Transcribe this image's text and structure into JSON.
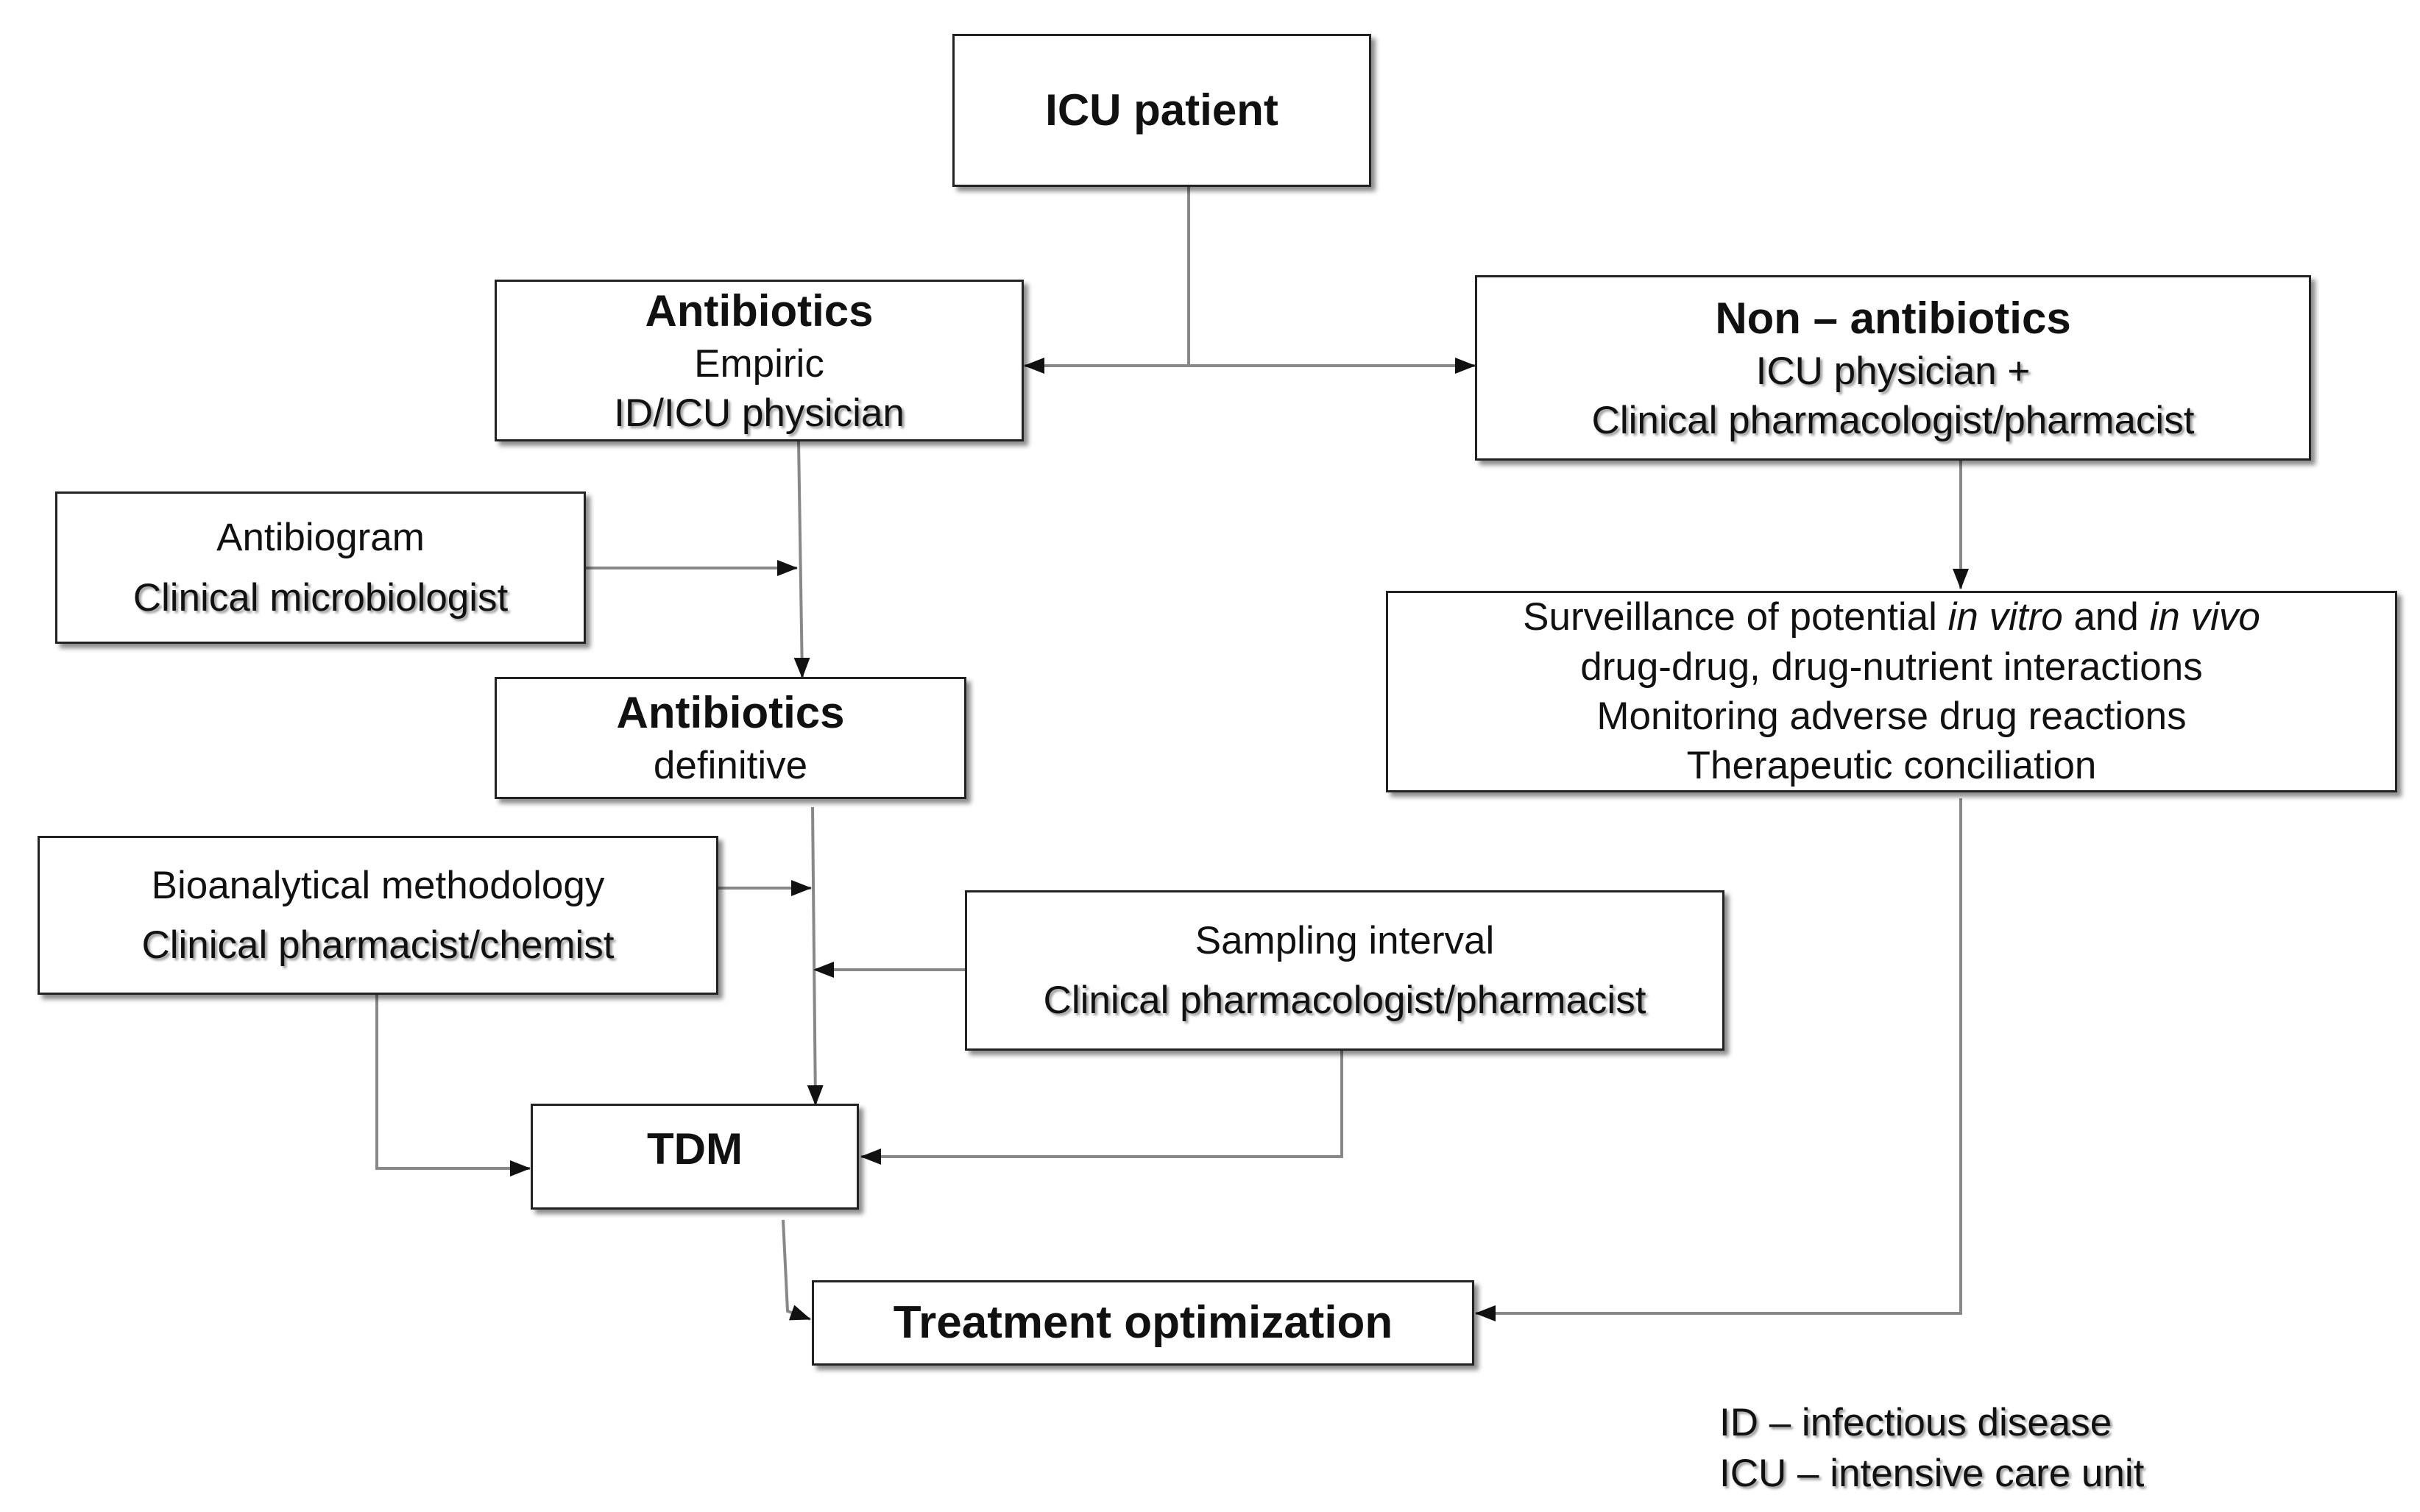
{
  "nodes": {
    "icu_patient": {
      "title": "ICU patient"
    },
    "antibiotics_empiric": {
      "title": "Antibiotics",
      "line2": "Empiric",
      "line3": "ID/ICU physician"
    },
    "non_antibiotics": {
      "title": "Non – antibiotics",
      "line2": "ICU physician +",
      "line3": "Clinical pharmacologist/pharmacist"
    },
    "antibiogram": {
      "line1": "Antibiogram",
      "line2": "Clinical microbiologist"
    },
    "surveillance": {
      "line1_a": "Surveillance of potential ",
      "line1_b": "in vitro",
      "line1_c": " and ",
      "line1_d": "in vivo",
      "line2": "drug-drug, drug-nutrient interactions",
      "line3": "Monitoring adverse drug reactions",
      "line4": "Therapeutic conciliation"
    },
    "antibiotics_definitive": {
      "title": "Antibiotics",
      "line2": "definitive"
    },
    "bioanalytical": {
      "line1": "Bioanalytical methodology",
      "line2": "Clinical pharmacist/chemist"
    },
    "sampling": {
      "line1": "Sampling interval",
      "line2": "Clinical pharmacologist/pharmacist"
    },
    "tdm": {
      "title": "TDM"
    },
    "treatment": {
      "title": "Treatment optimization"
    }
  },
  "legend": {
    "id": "ID – infectious disease",
    "icu": "ICU – intensive care unit"
  },
  "edges": [
    [
      "icu_patient",
      "antibiotics_empiric"
    ],
    [
      "icu_patient",
      "non_antibiotics"
    ],
    [
      "antibiotics_empiric",
      "antibiotics_definitive"
    ],
    [
      "antibiogram",
      "antibiotics_definitive"
    ],
    [
      "non_antibiotics",
      "surveillance"
    ],
    [
      "antibiotics_definitive",
      "tdm"
    ],
    [
      "bioanalytical",
      "tdm"
    ],
    [
      "sampling",
      "tdm"
    ],
    [
      "tdm",
      "treatment"
    ],
    [
      "surveillance",
      "treatment"
    ]
  ]
}
